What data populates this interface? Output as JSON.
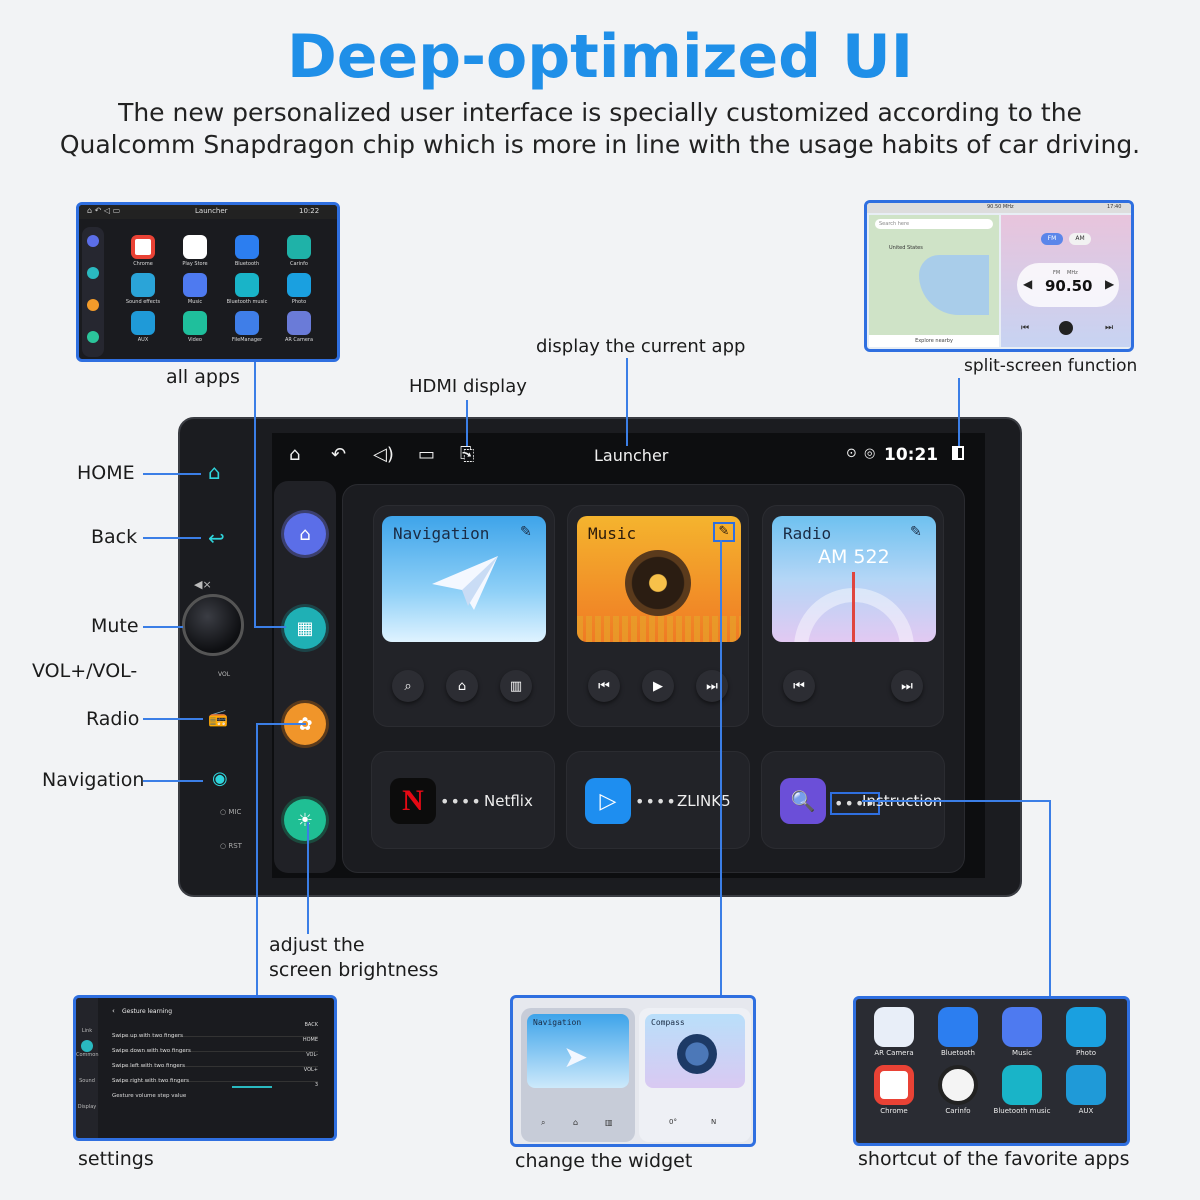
{
  "headline": "Deep-optimized UI",
  "subtitle": {
    "line1": "The new personalized user interface is specially customized according to the",
    "line2": "Qualcomm Snapdragon chip which is more in line with the usage habits of car driving."
  },
  "callouts": {
    "all_apps": "all apps",
    "display_current_app": "display the current app",
    "hdmi_display": "HDMI display",
    "split_screen": "split-screen function",
    "home": "HOME",
    "back": "Back",
    "mute": "Mute",
    "vol": "VOL+/VOL-",
    "radio": "Radio",
    "navigation": "Navigation",
    "brightness_line1": "adjust the",
    "brightness_line2": "screen brightness",
    "settings": "settings",
    "change_widget": "change the widget",
    "shortcut": "shortcut of the favorite apps"
  },
  "device": {
    "status_title": "Launcher",
    "time": "10:21",
    "hw_labels": {
      "vol": "VOL",
      "mic": "MIC",
      "rst": "RST"
    },
    "widgets": {
      "navigation": "Navigation",
      "music": "Music",
      "radio": "Radio",
      "radio_freq": "AM 522"
    },
    "shortcuts": [
      "Netflix",
      "ZLINK5",
      "Instruction"
    ],
    "dots": "••••"
  },
  "all_apps_screen": {
    "title": "Launcher",
    "time": "10:22",
    "apps": [
      "Chrome",
      "Play Store",
      "Bluetooth",
      "Carinfo",
      "Sound effects",
      "Music",
      "Bluetooth music",
      "Photo",
      "AUX",
      "Video",
      "FileManager",
      "AR Camera"
    ]
  },
  "split_screen": {
    "freq_top": "90.50 MHz",
    "time": "17:40",
    "search": "Search here",
    "country": "United States",
    "explore": "Explore nearby",
    "bands": [
      "FM",
      "AM"
    ],
    "freq_unit": "FM",
    "mhz": "MHz",
    "freq": "90.50"
  },
  "settings_screen": {
    "title": "Gesture learning",
    "rows": [
      {
        "label": "Swipe up with two fingers",
        "value": "BACK"
      },
      {
        "label": "Swipe down with two fingers",
        "value": "HOME"
      },
      {
        "label": "Swipe left with two fingers",
        "value": "VOL-"
      },
      {
        "label": "Swipe right with two fingers",
        "value": "VOL+"
      },
      {
        "label": "Gesture volume step value",
        "value": "3"
      }
    ],
    "slider_level": 0.85,
    "side": [
      "Link",
      "Common",
      "Sound",
      "Display"
    ]
  },
  "widget_screen": {
    "navigation": "Navigation",
    "compass": "Compass",
    "deg": "0°",
    "dir": "N"
  },
  "favorites_screen": {
    "apps": [
      "AR Camera",
      "Bluetooth",
      "Music",
      "Photo",
      "Chrome",
      "Carinfo",
      "Bluetooth music",
      "AUX"
    ]
  },
  "colors": {
    "accent": "#1f8fe8",
    "line": "#3b7ee6",
    "hw_icon": "#2fd6dd"
  }
}
